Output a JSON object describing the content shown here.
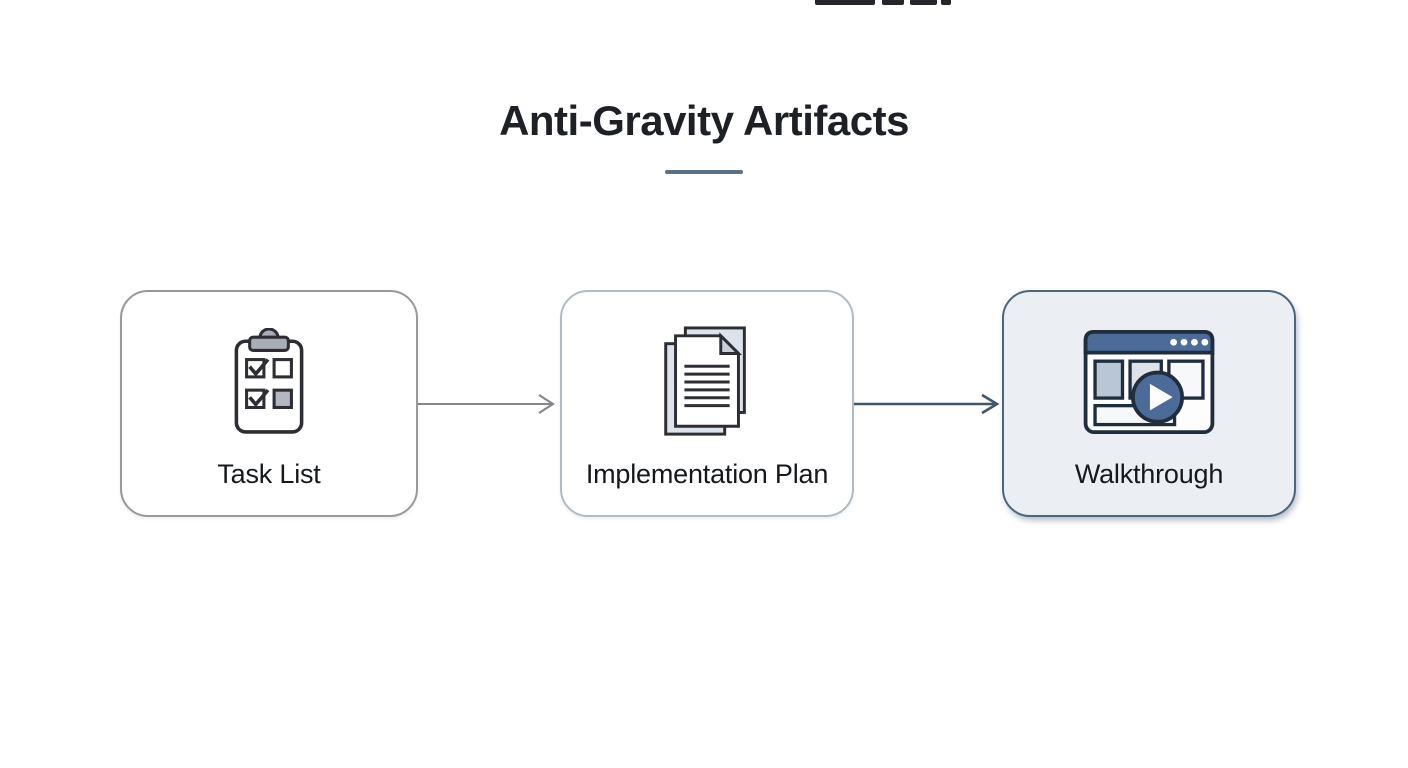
{
  "title": {
    "text": "Anti-Gravity Artifacts",
    "underline_color": "#5a7185",
    "text_color": "#1d2126"
  },
  "flow": {
    "nodes": [
      {
        "label": "Task List",
        "icon": "clipboard-checklist-icon",
        "background": "#ffffff",
        "border_color": "#97999e",
        "highlighted": false
      },
      {
        "label": "Implementation Plan",
        "icon": "document-stack-icon",
        "background": "#ffffff",
        "border_color": "#aebcc4",
        "highlighted": false
      },
      {
        "label": "Walkthrough",
        "icon": "browser-video-play-icon",
        "background": "#ebeff3",
        "border_color": "#4b657d",
        "highlighted": true
      }
    ],
    "connectors": [
      {
        "from": "Task List",
        "to": "Implementation Plan",
        "color": "#85878c"
      },
      {
        "from": "Implementation Plan",
        "to": "Walkthrough",
        "color": "#3f566b"
      }
    ]
  },
  "decor": {
    "top_edge_fragment_color": "#25262a",
    "icon_outline_color": "#2c2e33",
    "walkthrough_accent_color": "#4d6b99"
  }
}
